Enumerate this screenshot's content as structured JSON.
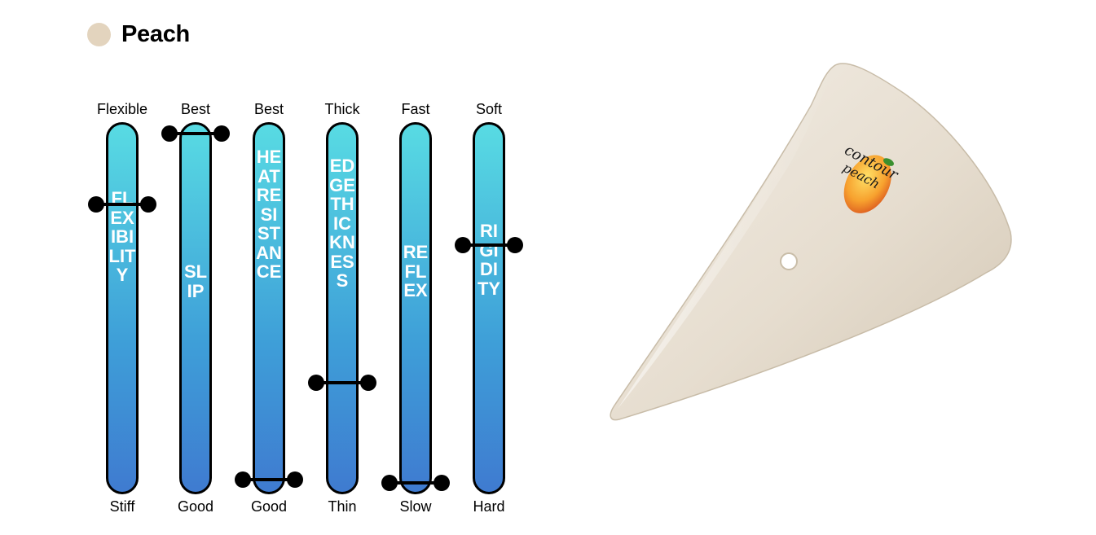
{
  "header": {
    "title": "Peach",
    "swatch_color": "#e3d4be"
  },
  "gauges": [
    {
      "name": "FLEXIBILITY",
      "top": "Flexible",
      "bottom": "Stiff",
      "level": 0.78
    },
    {
      "name": "SLIP",
      "top": "Best",
      "bottom": "Good",
      "level": 0.97
    },
    {
      "name": "HEAT RESISTANCE",
      "top": "Best",
      "bottom": "Good",
      "level": 0.04
    },
    {
      "name": "EDGE THICKNESS",
      "top": "Thick",
      "bottom": "Thin",
      "level": 0.3
    },
    {
      "name": "REFLEX",
      "top": "Fast",
      "bottom": "Slow",
      "level": 0.03
    },
    {
      "name": "RIGIDITY",
      "top": "Soft",
      "bottom": "Hard",
      "level": 0.67
    }
  ],
  "product": {
    "logo_text": "contour peach",
    "body_color": "#e9e2d6"
  },
  "colors": {
    "tube_top": "#58dbe3",
    "tube_bottom": "#3f7bd0",
    "outline": "#000000"
  }
}
